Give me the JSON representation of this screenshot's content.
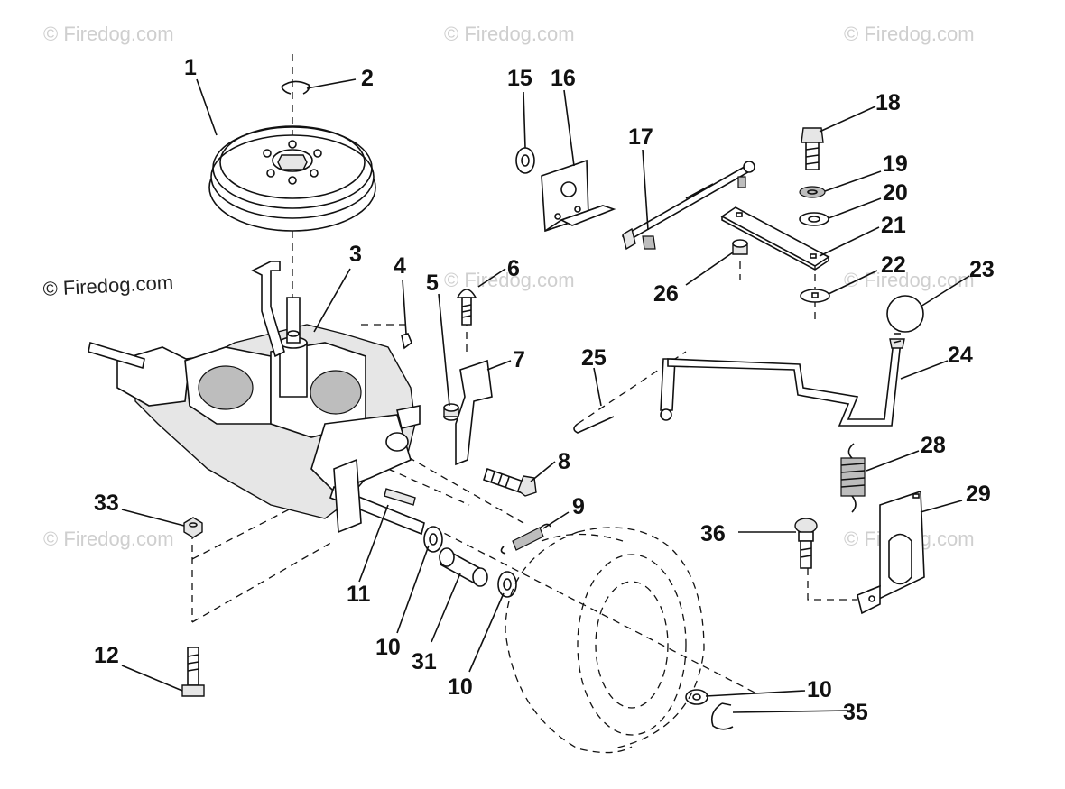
{
  "watermarks": [
    "© Firedog.com",
    "© Firedog.com",
    "© Firedog.com",
    "© Firedog.com",
    "© Firedog.com",
    "© Firedog.com",
    "© Firedog.com",
    "© Firedog.com"
  ],
  "callouts": [
    "1",
    "2",
    "3",
    "4",
    "5",
    "6",
    "7",
    "8",
    "9",
    "10",
    "10",
    "10",
    "10",
    "11",
    "12",
    "15",
    "16",
    "17",
    "18",
    "19",
    "20",
    "21",
    "22",
    "23",
    "24",
    "25",
    "26",
    "28",
    "29",
    "31",
    "33",
    "35",
    "36"
  ]
}
